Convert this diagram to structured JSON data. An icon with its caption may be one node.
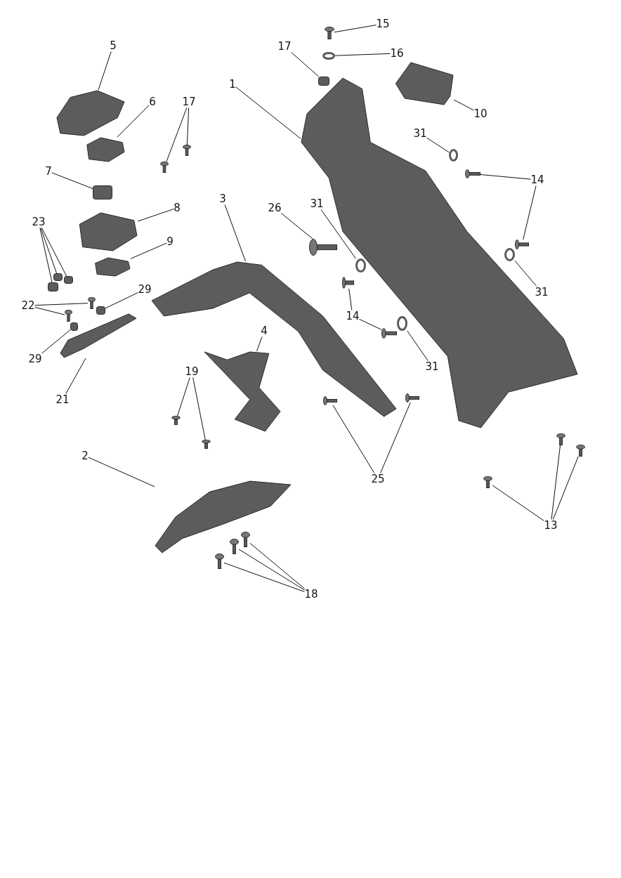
{
  "diagram": {
    "nodes": [
      {
        "text": [
          "15"
        ]
      },
      {
        "text": [],
        "shape": "picture"
      },
      {
        "text": [
          "16"
        ]
      },
      {
        "text": [],
        "shape": "circle"
      },
      {
        "text": [
          "17"
        ]
      },
      {
        "text": [],
        "shape": "box"
      },
      {
        "text": [],
        "shape": "picture"
      },
      {
        "text": [
          "10"
        ]
      },
      {
        "text": [
          "1"
        ]
      },
      {
        "text": [],
        "shape": "picture"
      },
      {
        "text": [
          "5"
        ]
      },
      {
        "text": [],
        "shape": "picture"
      },
      {
        "text": [
          "6"
        ]
      },
      {
        "text": [],
        "shape": "picture"
      },
      {
        "text": [
          "17"
        ]
      },
      {
        "text": [],
        "shape": "picture"
      },
      {
        "text": [],
        "shape": "picture"
      },
      {
        "text": [
          "7"
        ]
      },
      {
        "text": [],
        "shape": "box"
      },
      {
        "text": [
          "31"
        ]
      },
      {
        "text": [],
        "shape": "circle"
      },
      {
        "text": [
          "14"
        ]
      },
      {
        "text": [],
        "shape": "picture"
      },
      {
        "text": [],
        "shape": "picture"
      },
      {
        "text": [
          "8"
        ]
      },
      {
        "text": [],
        "shape": "picture"
      },
      {
        "text": [
          "3"
        ]
      },
      {
        "text": [],
        "shape": "picture"
      },
      {
        "text": [
          "26"
        ]
      },
      {
        "text": [],
        "shape": "picture"
      },
      {
        "text": [
          "31"
        ]
      },
      {
        "text": [],
        "shape": "circle"
      },
      {
        "text": [
          "23"
        ]
      },
      {
        "text": [],
        "shape": "box"
      },
      {
        "text": [],
        "shape": "box"
      },
      {
        "text": [],
        "shape": "box"
      },
      {
        "text": [
          "9"
        ]
      },
      {
        "text": [],
        "shape": "picture"
      },
      {
        "text": [
          "31"
        ]
      },
      {
        "text": [],
        "shape": "circle"
      },
      {
        "text": [
          "22"
        ]
      },
      {
        "text": [],
        "shape": "picture"
      },
      {
        "text": [],
        "shape": "picture"
      },
      {
        "text": [
          "29"
        ]
      },
      {
        "text": [],
        "shape": "box"
      },
      {
        "text": [
          "14"
        ]
      },
      {
        "text": [],
        "shape": "picture"
      },
      {
        "text": [],
        "shape": "picture"
      },
      {
        "text": [
          "29"
        ]
      },
      {
        "text": [],
        "shape": "box"
      },
      {
        "text": [
          "31"
        ]
      },
      {
        "text": [],
        "shape": "circle"
      },
      {
        "text": [
          "21"
        ]
      },
      {
        "text": [],
        "shape": "picture"
      },
      {
        "text": [
          "4"
        ]
      },
      {
        "text": [],
        "shape": "picture"
      },
      {
        "text": [
          "19"
        ]
      },
      {
        "text": [],
        "shape": "picture"
      },
      {
        "text": [],
        "shape": "picture"
      },
      {
        "text": [
          "25"
        ]
      },
      {
        "text": [],
        "shape": "picture"
      },
      {
        "text": [],
        "shape": "picture"
      },
      {
        "text": [
          "2"
        ]
      },
      {
        "text": [],
        "shape": "picture"
      },
      {
        "text": [
          "13"
        ]
      },
      {
        "text": [],
        "shape": "picture"
      },
      {
        "text": [],
        "shape": "picture"
      },
      {
        "text": [],
        "shape": "picture"
      },
      {
        "text": [
          "18"
        ]
      },
      {
        "text": [],
        "shape": "picture"
      },
      {
        "text": [],
        "shape": "picture"
      },
      {
        "text": [],
        "shape": "picture"
      }
    ],
    "edges": [
      {
        "from": 0,
        "to": 1,
        "arrow": "none"
      },
      {
        "from": 2,
        "to": 3,
        "arrow": "none"
      },
      {
        "from": 4,
        "to": 5,
        "arrow": "none"
      },
      {
        "from": 7,
        "to": 6,
        "arrow": "none"
      },
      {
        "from": 8,
        "to": 9,
        "arrow": "none"
      },
      {
        "from": 10,
        "to": 11,
        "arrow": "none"
      },
      {
        "from": 12,
        "to": 13,
        "arrow": "none"
      },
      {
        "from": 14,
        "to": 15,
        "arrow": "none"
      },
      {
        "from": 14,
        "to": 16,
        "arrow": "none"
      },
      {
        "from": 17,
        "to": 18,
        "arrow": "none"
      },
      {
        "from": 19,
        "to": 20,
        "arrow": "none"
      },
      {
        "from": 21,
        "to": 22,
        "arrow": "none"
      },
      {
        "from": 21,
        "to": 23,
        "arrow": "none"
      },
      {
        "from": 24,
        "to": 25,
        "arrow": "none"
      },
      {
        "from": 26,
        "to": 27,
        "arrow": "none"
      },
      {
        "from": 28,
        "to": 29,
        "arrow": "none"
      },
      {
        "from": 30,
        "to": 31,
        "arrow": "none"
      },
      {
        "from": 32,
        "to": 33,
        "arrow": "none"
      },
      {
        "from": 32,
        "to": 34,
        "arrow": "none"
      },
      {
        "from": 32,
        "to": 35,
        "arrow": "none"
      },
      {
        "from": 36,
        "to": 37,
        "arrow": "none"
      },
      {
        "from": 38,
        "to": 39,
        "arrow": "none"
      },
      {
        "from": 40,
        "to": 41,
        "arrow": "none"
      },
      {
        "from": 40,
        "to": 42,
        "arrow": "none"
      },
      {
        "from": 43,
        "to": 44,
        "arrow": "none"
      },
      {
        "from": 45,
        "to": 46,
        "arrow": "none"
      },
      {
        "from": 45,
        "to": 47,
        "arrow": "none"
      },
      {
        "from": 48,
        "to": 49,
        "arrow": "none"
      },
      {
        "from": 50,
        "to": 51,
        "arrow": "none"
      },
      {
        "from": 52,
        "to": 53,
        "arrow": "none"
      },
      {
        "from": 54,
        "to": 55,
        "arrow": "none"
      },
      {
        "from": 56,
        "to": 57,
        "arrow": "none"
      },
      {
        "from": 56,
        "to": 58,
        "arrow": "none"
      },
      {
        "from": 59,
        "to": 60,
        "arrow": "none"
      },
      {
        "from": 59,
        "to": 61,
        "arrow": "none"
      },
      {
        "from": 62,
        "to": 63,
        "arrow": "none"
      },
      {
        "from": 64,
        "to": 65,
        "arrow": "none"
      },
      {
        "from": 64,
        "to": 66,
        "arrow": "none"
      },
      {
        "from": 64,
        "to": 67,
        "arrow": "none"
      },
      {
        "from": 68,
        "to": 69,
        "arrow": "none"
      },
      {
        "from": 68,
        "to": 70,
        "arrow": "none"
      },
      {
        "from": 68,
        "to": 71,
        "arrow": "none"
      }
    ]
  }
}
